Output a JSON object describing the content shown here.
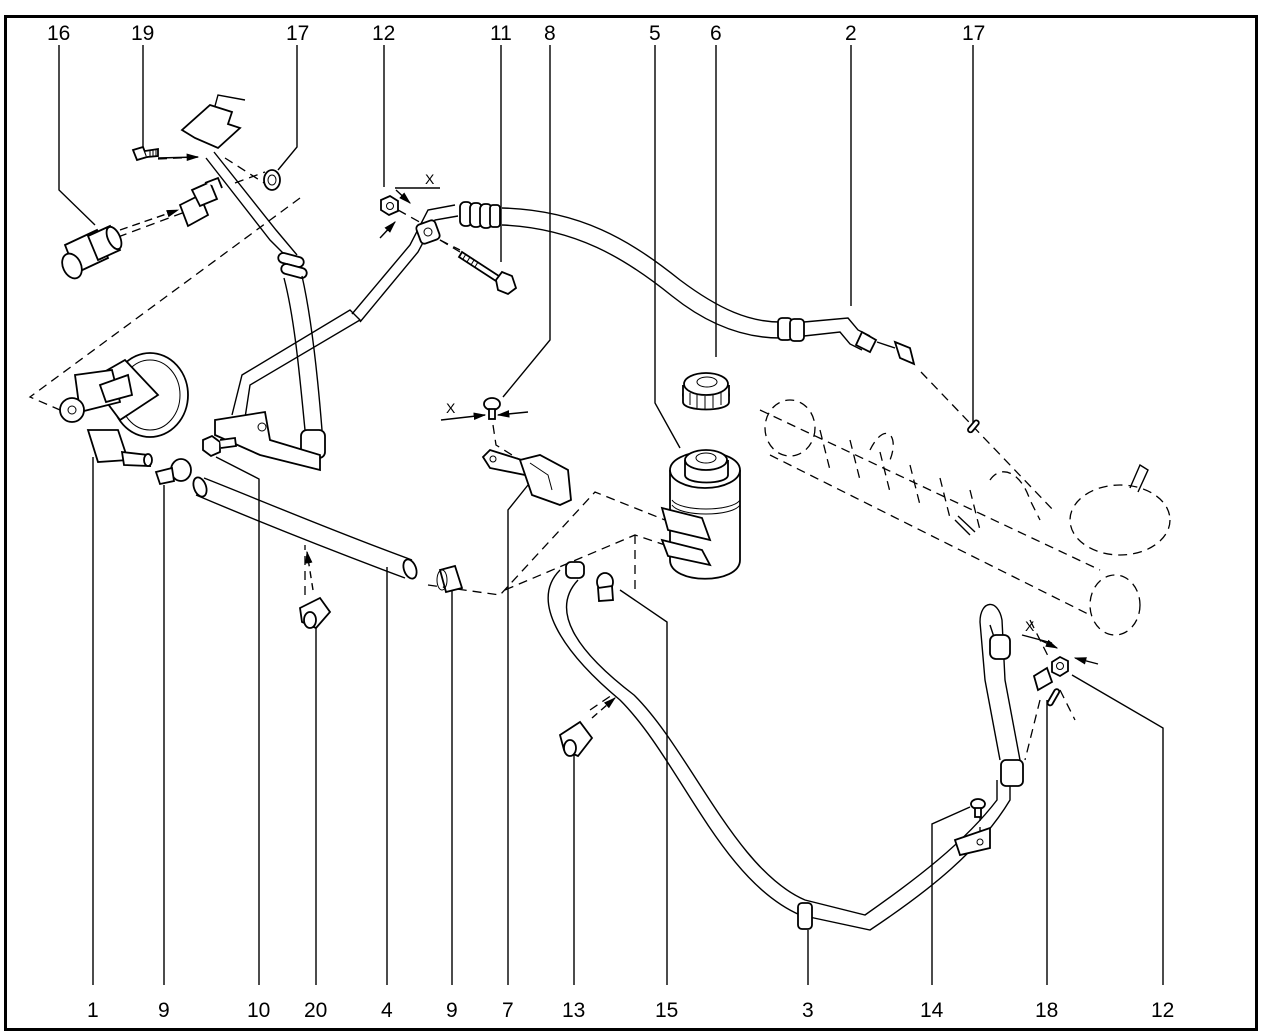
{
  "diagram": {
    "title": "",
    "type": "exploded parts diagram",
    "subject": "power steering hydraulic system components",
    "accent_color": "#000000",
    "background_color": "#ffffff"
  },
  "callouts_top": [
    {
      "label": "16",
      "part": "pressure switch connector"
    },
    {
      "label": "19",
      "part": "bracket bolt"
    },
    {
      "label": "17",
      "part": "seal washer"
    },
    {
      "label": "12",
      "part": "nut"
    },
    {
      "label": "11",
      "part": "bolt"
    },
    {
      "label": "8",
      "part": "bracket screw"
    },
    {
      "label": "5",
      "part": "fluid reservoir"
    },
    {
      "label": "6",
      "part": "reservoir cap"
    },
    {
      "label": "2",
      "part": "high pressure line"
    },
    {
      "label": "17",
      "part": "o-ring"
    }
  ],
  "callouts_bottom": [
    {
      "label": "1",
      "part": "electric pump"
    },
    {
      "label": "9",
      "part": "hose clamp"
    },
    {
      "label": "10",
      "part": "bolt"
    },
    {
      "label": "20",
      "part": "hose clip"
    },
    {
      "label": "4",
      "part": "supply hose"
    },
    {
      "label": "9",
      "part": "hose clamp"
    },
    {
      "label": "7",
      "part": "reservoir bracket"
    },
    {
      "label": "13",
      "part": "hose clip"
    },
    {
      "label": "15",
      "part": "hose clamp"
    },
    {
      "label": "3",
      "part": "return line"
    },
    {
      "label": "14",
      "part": "bracket bolt"
    },
    {
      "label": "18",
      "part": "o-ring"
    },
    {
      "label": "12",
      "part": "nut"
    }
  ],
  "torque_marker_label": "X"
}
